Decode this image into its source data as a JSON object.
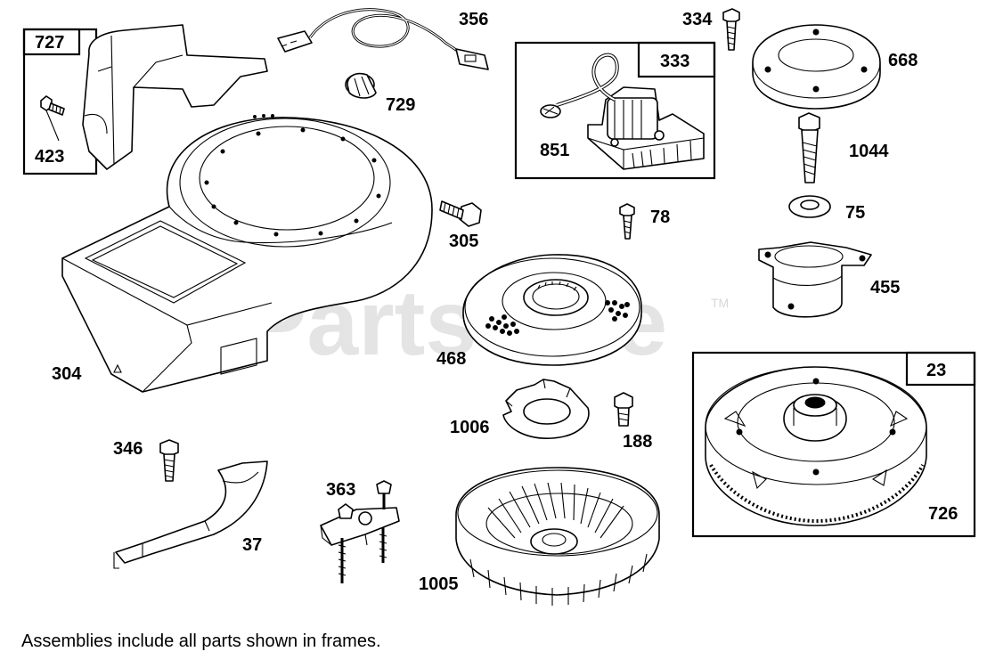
{
  "watermark": {
    "text": "PartsTree",
    "trademark": "TM"
  },
  "caption": "Assemblies include all parts shown in frames.",
  "frames": [
    {
      "id": "727"
    },
    {
      "id": "333"
    },
    {
      "id": "23"
    }
  ],
  "labels": {
    "p727": "727",
    "p423": "423",
    "p356": "356",
    "p729": "729",
    "p333": "333",
    "p851": "851",
    "p334": "334",
    "p668": "668",
    "p1044": "1044",
    "p75": "75",
    "p455": "455",
    "p78": "78",
    "p305": "305",
    "p304": "304",
    "p468": "468",
    "p23": "23",
    "p726": "726",
    "p1006": "1006",
    "p188": "188",
    "p346": "346",
    "p37": "37",
    "p363": "363",
    "p1005": "1005"
  },
  "colors": {
    "line": "#000000",
    "background": "#ffffff",
    "watermark": "#e4e4e4"
  }
}
